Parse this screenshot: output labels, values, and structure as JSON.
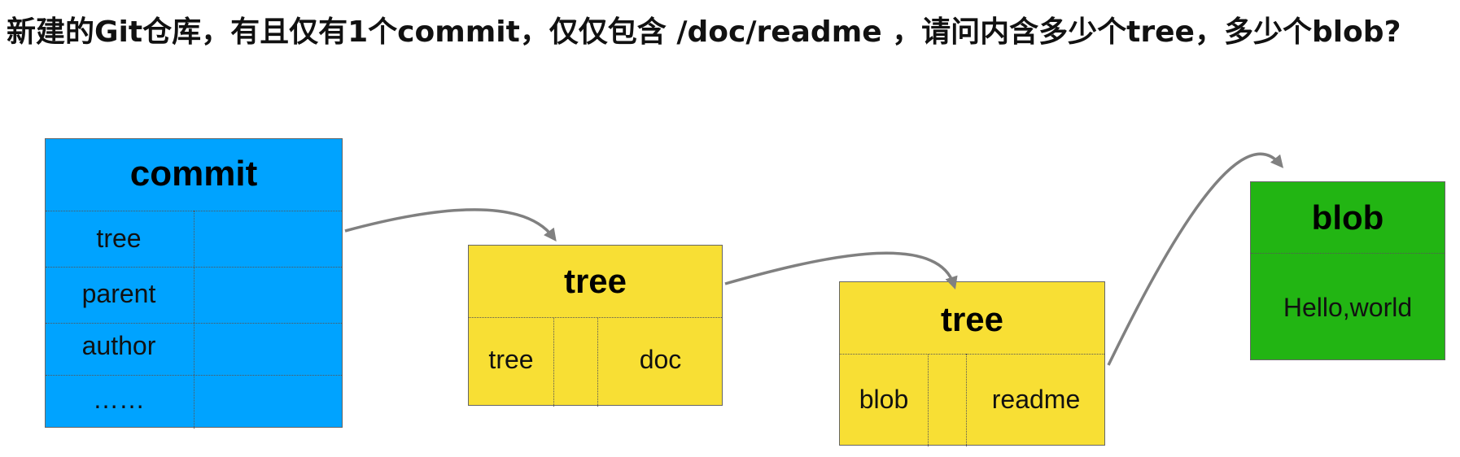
{
  "question": "新建的Git仓库，有且仅有1个commit，仅仅包含 /doc/readme ，请问内含多少个tree，多少个blob?",
  "commit": {
    "title": "commit",
    "rows": [
      "tree",
      "parent",
      "author",
      "……"
    ]
  },
  "tree1": {
    "title": "tree",
    "type_label": "tree",
    "name_label": "doc"
  },
  "tree2": {
    "title": "tree",
    "type_label": "blob",
    "name_label": "readme"
  },
  "blob": {
    "title": "blob",
    "content": "Hello,world"
  },
  "colors": {
    "commit_fill": "#00a3ff",
    "tree_fill": "#f8df34",
    "blob_fill": "#22b513",
    "arrow": "#808080"
  }
}
